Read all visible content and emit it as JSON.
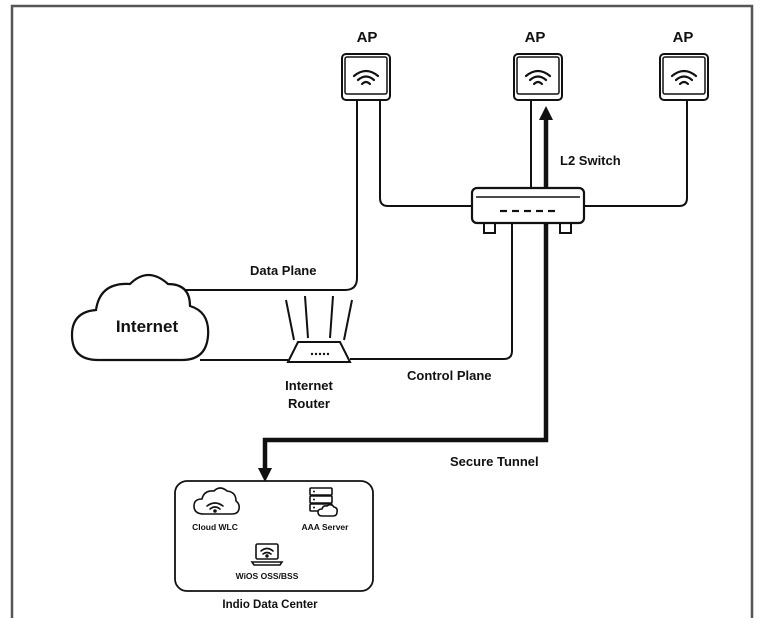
{
  "labels": {
    "ap_left": "AP",
    "ap_middle": "AP",
    "ap_right": "AP",
    "l2_switch": "L2 Switch",
    "data_plane": "Data Plane",
    "internet": "Internet",
    "internet_router_line1": "Internet",
    "internet_router_line2": "Router",
    "control_plane": "Control Plane",
    "secure_tunnel": "Secure Tunnel",
    "cloud_wlc": "Cloud WLC",
    "aaa_server": "AAA Server",
    "wios_oss_bss": "WiOS OSS/BSS",
    "data_center": "Indio Data Center"
  },
  "icons": {
    "access_point": "wifi-access-point-icon",
    "switch": "network-switch-icon",
    "router": "wireless-router-icon",
    "cloud": "cloud-icon",
    "cloud_wlc": "cloud-wifi-icon",
    "aaa_server": "server-stack-icon",
    "oss_bss": "laptop-wifi-icon"
  },
  "colors": {
    "line": "#111111",
    "background": "#ffffff",
    "frame": "#555555"
  }
}
